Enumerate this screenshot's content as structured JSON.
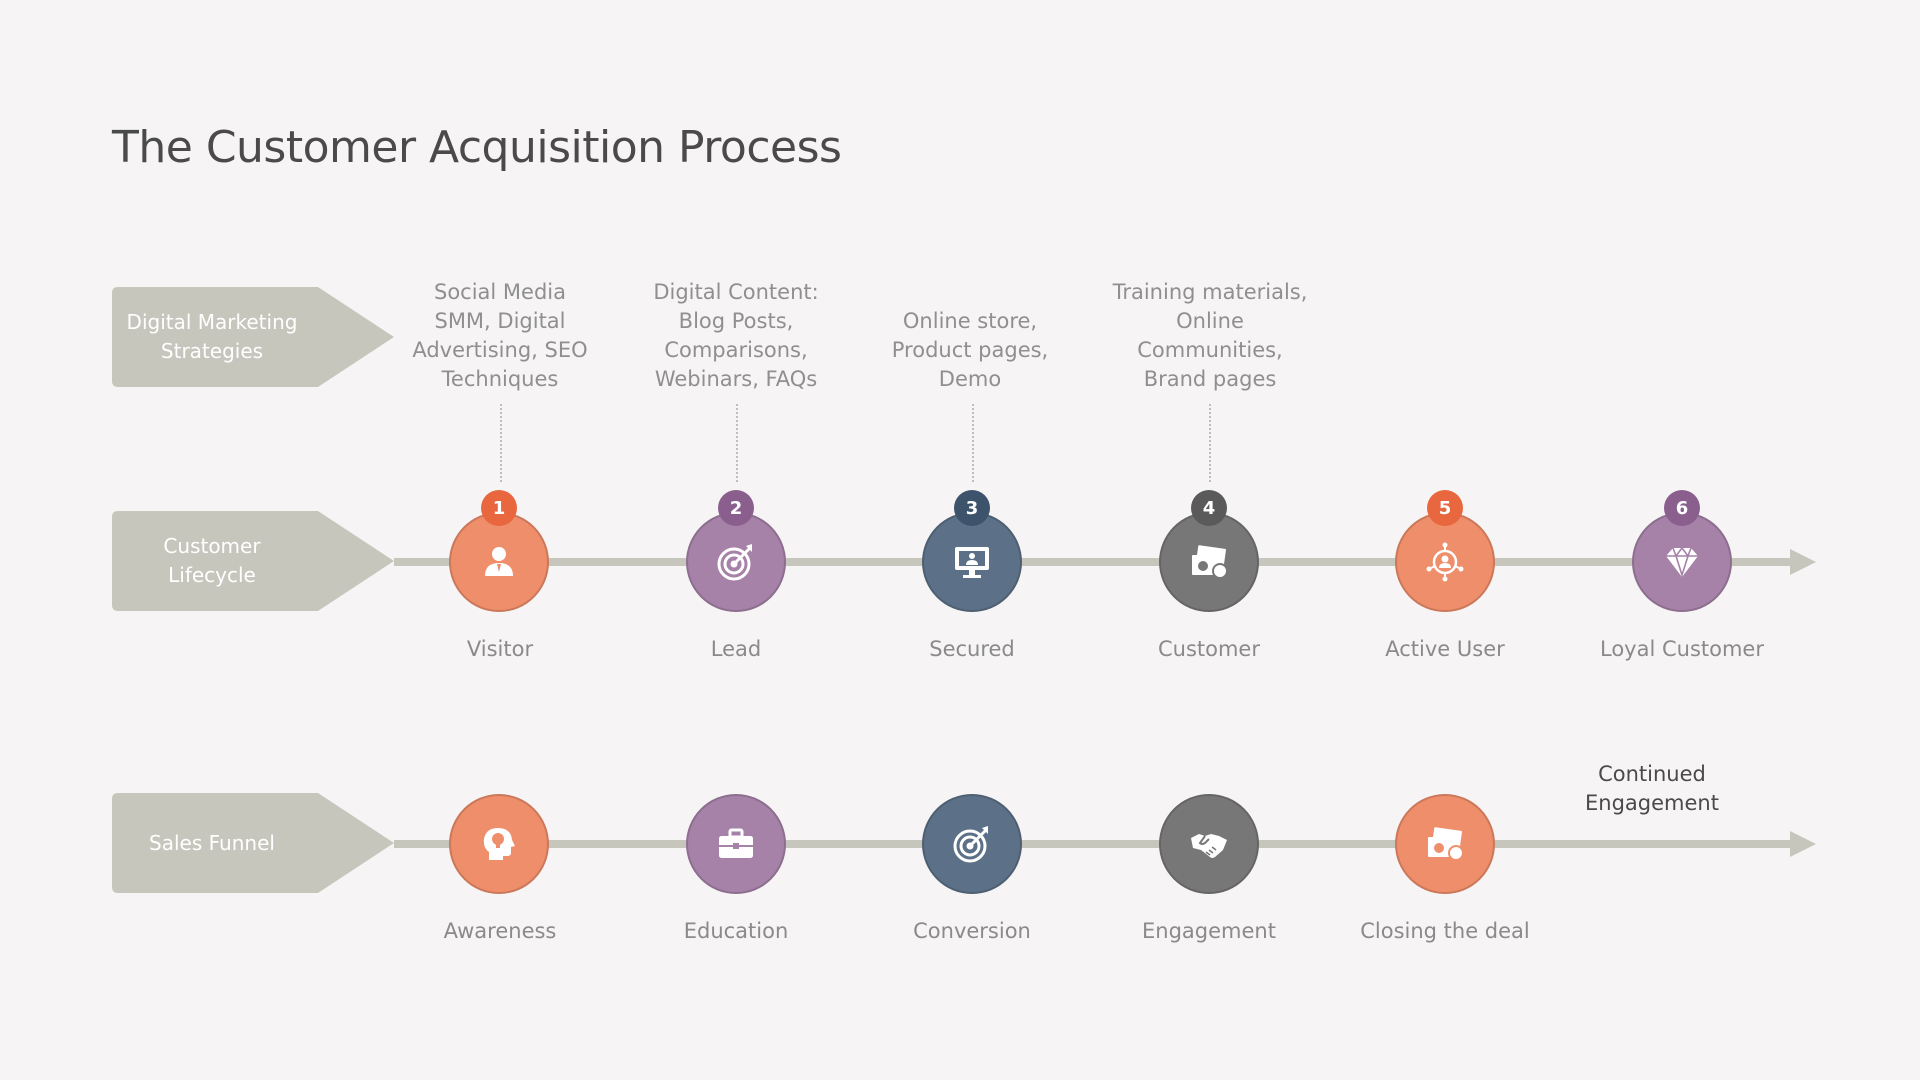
{
  "title": "The Customer Acquisition Process",
  "rows": {
    "strategies": {
      "label": "Digital Marketing Strategies"
    },
    "lifecycle": {
      "label": "Customer Lifecycle"
    },
    "funnel": {
      "label": "Sales Funnel"
    }
  },
  "strategies": [
    "Social Media\nSMM, Digital\nAdvertising, SEO\nTechniques",
    "Digital Content:\nBlog Posts,\nComparisons,\nWebinars, FAQs",
    "Online store,\nProduct pages,\nDemo",
    "Training materials,\nOnline\nCommunities,\nBrand pages"
  ],
  "lifecycle": [
    {
      "num": "1",
      "label": "Visitor",
      "color": "orange",
      "icon": "person-icon"
    },
    {
      "num": "2",
      "label": "Lead",
      "color": "purple",
      "icon": "target-icon"
    },
    {
      "num": "3",
      "label": "Secured",
      "color": "slate",
      "icon": "monitor-icon"
    },
    {
      "num": "4",
      "label": "Customer",
      "color": "grey",
      "icon": "money-icon"
    },
    {
      "num": "5",
      "label": "Active User",
      "color": "orange",
      "icon": "network-icon"
    },
    {
      "num": "6",
      "label": "Loyal Customer",
      "color": "purple",
      "icon": "diamond-icon"
    }
  ],
  "funnel": [
    {
      "label": "Awareness",
      "color": "orange",
      "icon": "head-idea-icon"
    },
    {
      "label": "Education",
      "color": "purple",
      "icon": "briefcase-icon"
    },
    {
      "label": "Conversion",
      "color": "slate",
      "icon": "target-icon"
    },
    {
      "label": "Engagement",
      "color": "grey",
      "icon": "handshake-icon"
    },
    {
      "label": "Closing the deal",
      "color": "orange",
      "icon": "money-icon"
    }
  ],
  "funnel_end_label": "Continued\nEngagement",
  "colors": {
    "orange": "#ef8e6a",
    "purple": "#a682a8",
    "slate": "#5c7087",
    "grey": "#777777",
    "track": "#c7c6bc",
    "row_label_bg": "#c7c6bc"
  }
}
